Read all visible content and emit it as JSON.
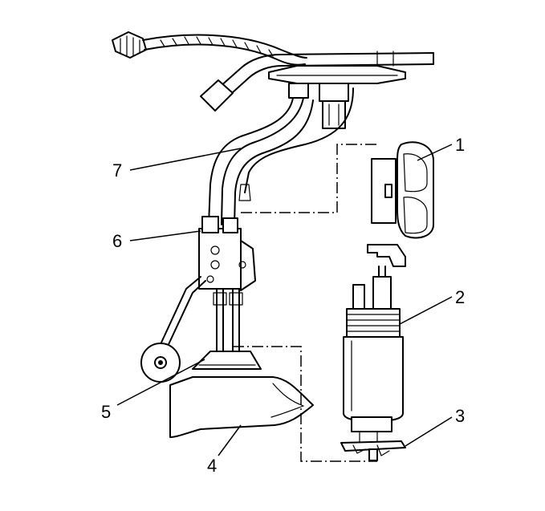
{
  "callouts": [
    {
      "id": "1",
      "label": "1"
    },
    {
      "id": "2",
      "label": "2"
    },
    {
      "id": "3",
      "label": "3"
    },
    {
      "id": "4",
      "label": "4"
    },
    {
      "id": "5",
      "label": "5"
    },
    {
      "id": "6",
      "label": "6"
    },
    {
      "id": "7",
      "label": "7"
    }
  ],
  "colors": {
    "line": "#000000",
    "fill": "#ffffff"
  }
}
